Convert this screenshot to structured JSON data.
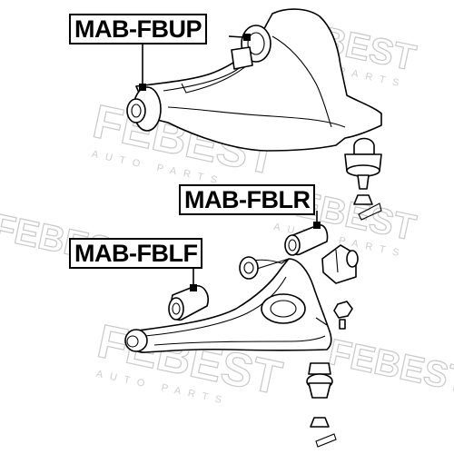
{
  "labels": {
    "upper_arm": "MAB-FBUP",
    "lower_rear": "MAB-FBLR",
    "lower_front": "MAB-FBLF"
  },
  "watermark": {
    "brand": "FEBEST",
    "sub": "AUTO PARTS"
  },
  "colors": {
    "line": "#000000",
    "watermark": "#c9c9c9",
    "background": "#ffffff"
  }
}
